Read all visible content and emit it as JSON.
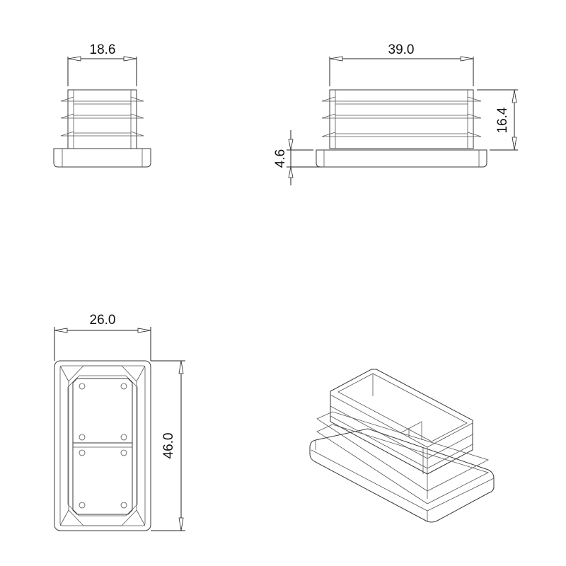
{
  "drawing": {
    "type": "technical-drawing",
    "subject": "rectangular tube insert end cap",
    "views": {
      "side_view": {
        "width_label": "18.6"
      },
      "front_view": {
        "width_label": "39.0",
        "height_label": "16.4",
        "flange_label": "4.6"
      },
      "top_view": {
        "width_label": "26.0",
        "height_label": "46.0"
      },
      "isometric_view": {}
    },
    "colors": {
      "line": "#3a3a3a",
      "background": "#ffffff"
    }
  }
}
